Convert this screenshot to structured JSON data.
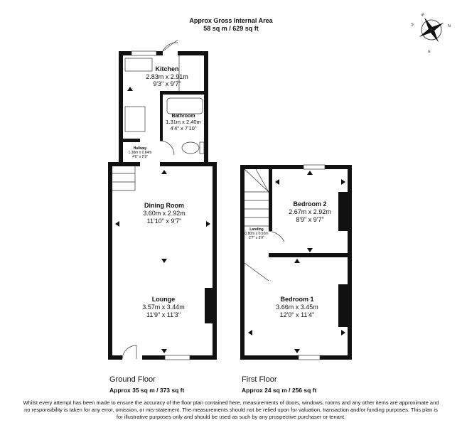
{
  "header": {
    "title": "Approx Gross Internal Area",
    "area": "58 sq m / 629 sq ft"
  },
  "compass": {
    "icon": "compass-icon",
    "labels": [
      "N",
      "E",
      "S",
      "W"
    ]
  },
  "ground_floor": {
    "name": "Ground Floor",
    "area": "Approx 35 sq m / 373 sq ft",
    "rooms": {
      "kitchen": {
        "name": "Kitchen",
        "metric": "2.83m x 2.91m",
        "imperial": "9'3\" x 9'7\""
      },
      "bathroom": {
        "name": "Bathroom",
        "metric": "1.31m x 2.40m",
        "imperial": "4'4\" x 7'10\""
      },
      "hallway": {
        "name": "Hallway",
        "metric": "1.38m x 0.84m",
        "imperial": "4'6\" x 2'9\""
      },
      "dining": {
        "name": "Dining Room",
        "metric": "3.60m x 2.92m",
        "imperial": "11'10\" x 9'7\""
      },
      "lounge": {
        "name": "Lounge",
        "metric": "3.57m x 3.44m",
        "imperial": "11'9\" x 11'3\""
      }
    }
  },
  "first_floor": {
    "name": "First Floor",
    "area": "Approx 24 sq m / 256 sq ft",
    "rooms": {
      "bedroom2": {
        "name": "Bedroom 2",
        "metric": "2.67m x 2.92m",
        "imperial": "8'9\" x 9'7\""
      },
      "landing": {
        "name": "Landing",
        "metric": "0.80m x 0.92m",
        "imperial": "2'7\" x 3'0\""
      },
      "bedroom1": {
        "name": "Bedroom 1",
        "metric": "3.66m x 3.45m",
        "imperial": "12'0\" x 11'4\""
      }
    }
  },
  "disclaimer": "Whilst every attempt has been made to ensure the accuracy of the floor plan contained here, measurements of doors, windows, rooms and any other items are approximate and no responsibility is taken for any error, omission, or mis-statement. The measurements should not be relied upon for valuation, transaction and/or funding purposes. This plan is for illustrative purposes only and should be used as such by any prospective purchaser or tenant."
}
